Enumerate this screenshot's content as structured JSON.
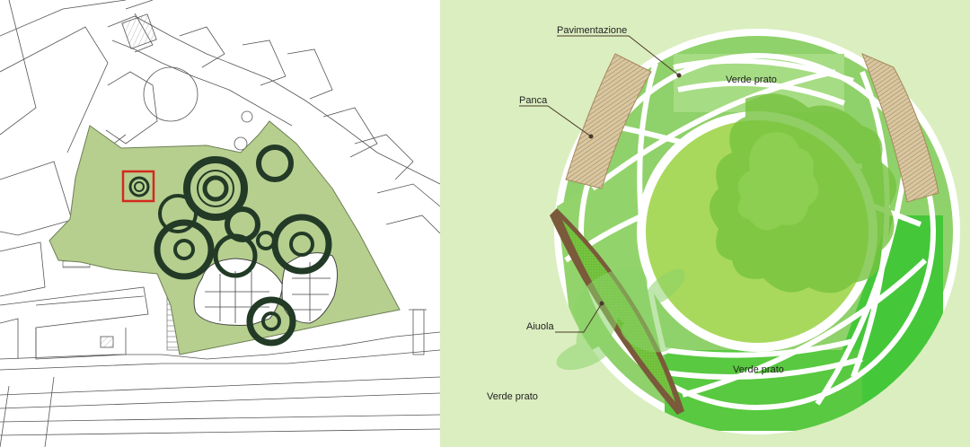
{
  "labels": {
    "pavimentazione": "Pavimentazione",
    "verde_prato_top": "Verde prato",
    "panca": "Panca",
    "aiuola": "Aiuola",
    "verde_prato_bottom": "Verde prato",
    "verde_prato_outer": "Verde prato"
  },
  "colors": {
    "page_background": "#ffffff",
    "detail_background": "#dbeec0",
    "lawn_light": "#8fd16a",
    "lawn_mid": "#63c84d",
    "lawn_bright": "#45c73a",
    "lawn_inner": "#a8d95c",
    "tree_canopy": "#76c23f",
    "bench": "#b9a27a",
    "paving": "#ffffff",
    "plan_lawn": "#b6cf8f",
    "plan_rings": "#223a26",
    "highlight_box": "#d42a1e"
  }
}
